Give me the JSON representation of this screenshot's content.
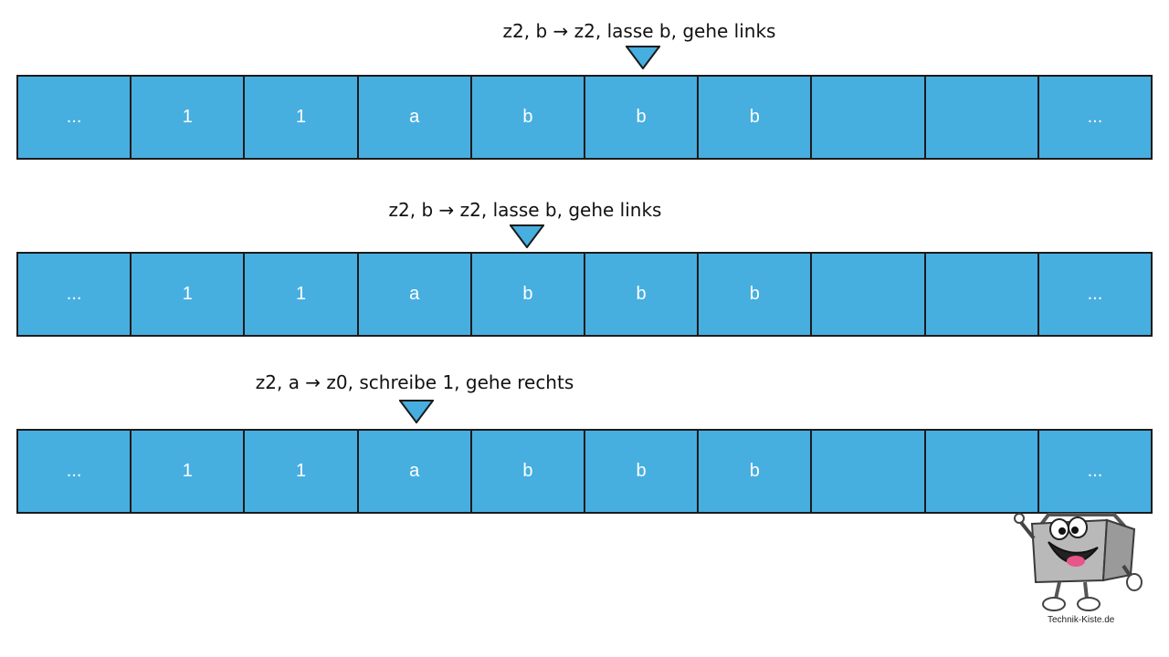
{
  "steps": [
    {
      "rule": "z2, b → z2, lasse b, gehe links",
      "head_index": 5,
      "cells": [
        "...",
        "1",
        "1",
        "a",
        "b",
        "b",
        "b",
        "",
        "",
        "..."
      ]
    },
    {
      "rule": "z2, b → z2, lasse b, gehe links",
      "head_index": 4,
      "cells": [
        "...",
        "1",
        "1",
        "a",
        "b",
        "b",
        "b",
        "",
        "",
        "..."
      ]
    },
    {
      "rule": "z2, a → z0, schreibe 1, gehe rechts",
      "head_index": 3,
      "cells": [
        "...",
        "1",
        "1",
        "a",
        "b",
        "b",
        "b",
        "",
        "",
        "..."
      ]
    }
  ],
  "logo": {
    "caption": "Technik-Kiste.de",
    "icon": "toolbox-mascot-icon"
  },
  "colors": {
    "cell_fill": "#47aee0",
    "cell_border": "#1b1b1b",
    "cell_text": "#ffffff",
    "head_fill": "#47aee0"
  }
}
